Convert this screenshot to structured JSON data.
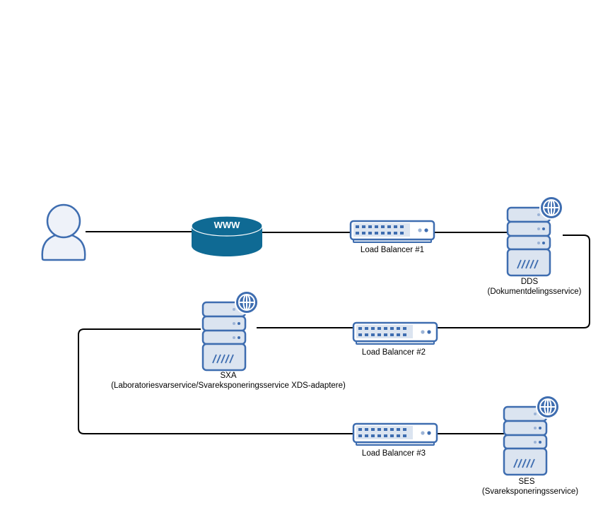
{
  "diagram": {
    "title": "",
    "colors": {
      "stroke": "#3e6db0",
      "fill": "#dbe4f0",
      "user_fill": "#eef2f9",
      "www": "#0f6a94",
      "dot_light": "#9bb3d6",
      "connector": "#000000"
    },
    "nodes": {
      "user": {
        "label": "",
        "icon": "user-icon"
      },
      "www": {
        "label": "WWW",
        "icon": "internet-cylinder-icon"
      },
      "lb1": {
        "label": "Load Balancer #1",
        "icon": "switch-icon"
      },
      "lb2": {
        "label": "Load Balancer #2",
        "icon": "switch-icon"
      },
      "lb3": {
        "label": "Load Balancer #3",
        "icon": "switch-icon"
      },
      "dds": {
        "name": "DDS",
        "desc": "(Dokumentdelingsservice)",
        "icon": "web-server-icon"
      },
      "sxa": {
        "name": "SXA",
        "desc": "(Laboratoriesvarservice/Svareksponeringsservice XDS-adaptere)",
        "icon": "web-server-icon"
      },
      "ses": {
        "name": "SES",
        "desc": "(Svareksponeringsservice)",
        "icon": "web-server-icon"
      }
    },
    "edges": [
      {
        "from": "user",
        "to": "www"
      },
      {
        "from": "www",
        "to": "lb1"
      },
      {
        "from": "lb1",
        "to": "dds"
      },
      {
        "from": "dds",
        "to": "lb2"
      },
      {
        "from": "lb2",
        "to": "sxa"
      },
      {
        "from": "sxa",
        "to": "lb3"
      },
      {
        "from": "lb3",
        "to": "ses"
      }
    ]
  }
}
